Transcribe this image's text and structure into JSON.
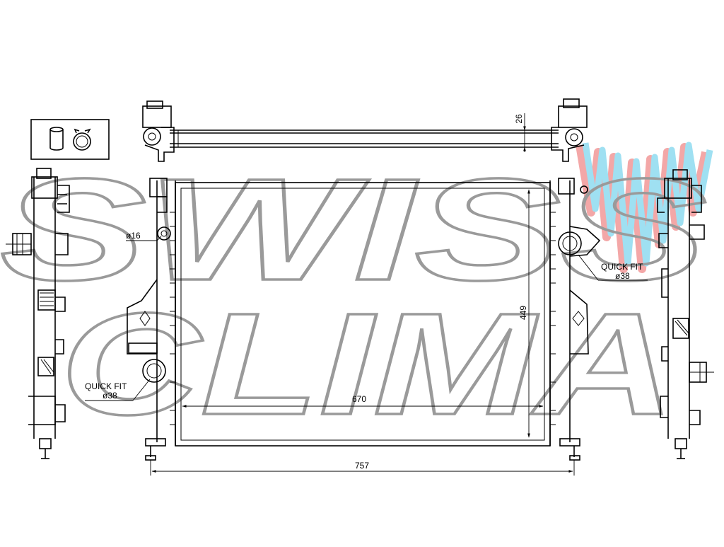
{
  "watermark": {
    "line1": "SWISS",
    "line2": "CLIMA",
    "colors": {
      "stroke": "#9a9a9a",
      "red": "#f08a8a",
      "cyan": "#7fd6ee"
    }
  },
  "dimensions": {
    "total_width": "757",
    "core_width": "670",
    "core_height": "449",
    "tube_height": "26"
  },
  "ports": {
    "small_port": "ø16",
    "quick_fit_left": {
      "line1": "QUICK FIT",
      "line2": "ø38"
    },
    "quick_fit_right": {
      "line1": "QUICK FIT",
      "line2": "ø38"
    }
  },
  "icons": {
    "accessories": [
      "cylinder-icon",
      "clip-ring-icon"
    ]
  }
}
